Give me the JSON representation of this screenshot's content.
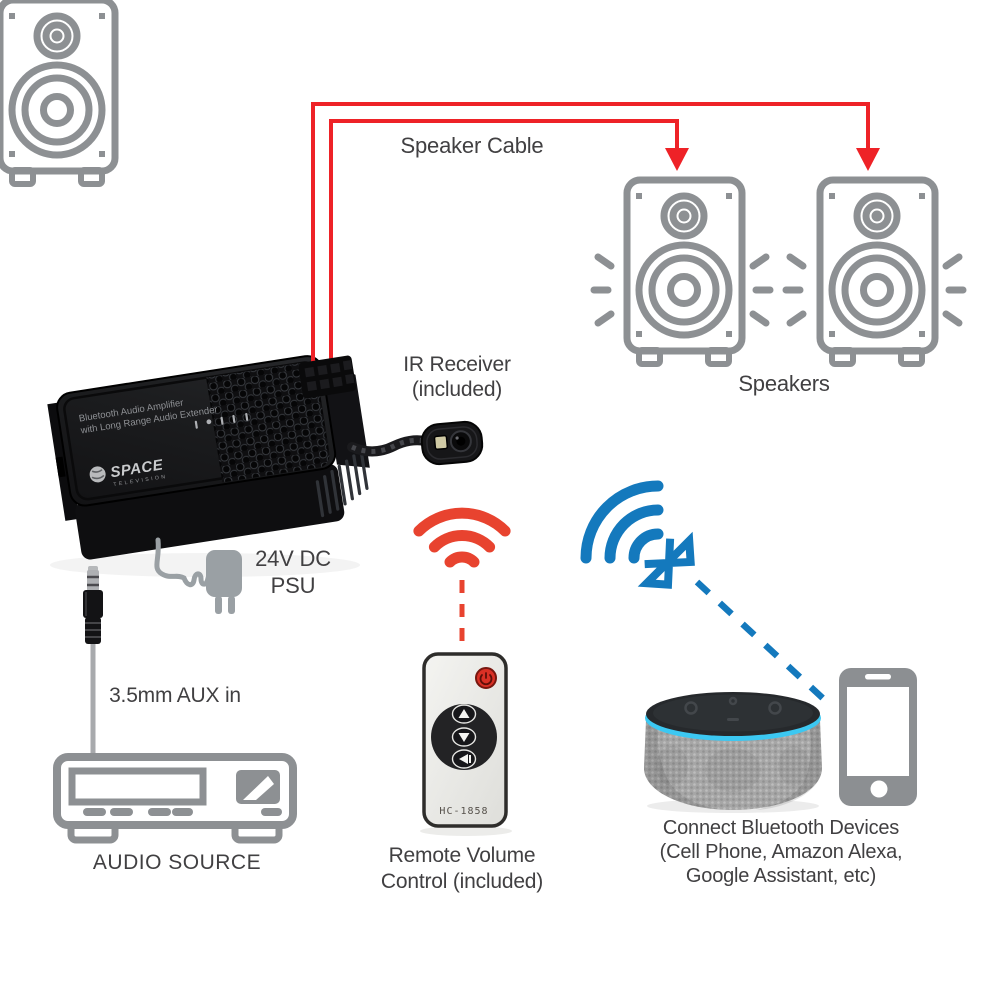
{
  "title": "Bluetooth amplifier connection diagram",
  "colors": {
    "cable_red": "#ee2227",
    "ir_signal_red": "#e8432f",
    "bluetooth_blue": "#1479bd",
    "icon_gray": "#8d9093",
    "label_text": "#414042",
    "echo_ring_cyan": "#3cc8f2"
  },
  "labels": {
    "speaker_cable": "Speaker Cable",
    "speakers": "Speakers",
    "ir_receiver_line1": "IR Receiver",
    "ir_receiver_line2": "(included)",
    "psu_line1": "24V DC",
    "psu_line2": "PSU",
    "aux_in": "3.5mm AUX in",
    "audio_source": "AUDIO SOURCE",
    "remote_line1": "Remote Volume",
    "remote_line2": "Control (included)",
    "bluetooth_line1": "Connect Bluetooth Devices",
    "bluetooth_line2": "(Cell Phone, Amazon Alexa,",
    "bluetooth_line3": "Google Assistant, etc)"
  },
  "amplifier": {
    "print_line1": "Bluetooth Audio Amplifier",
    "print_line2": "with Long Range Audio Extender",
    "brand": "SPACE",
    "brand_sub": "TELEVISION"
  },
  "remote": {
    "model": "HC-1858"
  },
  "icons": {
    "speakers": "speaker-icon",
    "ir_signal": "ir-signal-icon",
    "bluetooth_signal": "wifi-arcs-icon",
    "bluetooth_rune": "bluetooth-icon",
    "phone": "phone-icon",
    "psu": "power-plug-icon",
    "audio_source": "stereo-receiver-icon",
    "aux_jack": "aux-jack-icon"
  }
}
